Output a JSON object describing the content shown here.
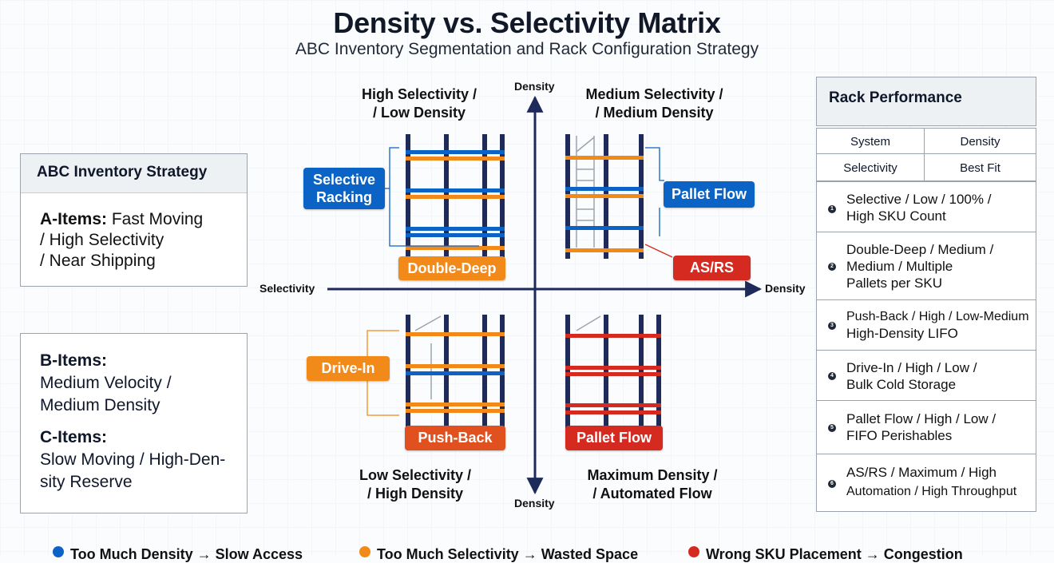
{
  "title": "Density vs. Selectivity Matrix",
  "subtitle": "ABC Inventory Segmentation and Rack Configuration Strategy",
  "abc": {
    "header": "ABC Inventory Strategy",
    "a_label": "A-Items:",
    "a_line1": "Fast Moving",
    "a_line2": "/ High Selectivity",
    "a_line3": "/ Near Shipping",
    "b_label": "B-Items:",
    "b_line1": "Medium Velocity /",
    "b_line2": "Medium Density",
    "c_label": "C-Items:",
    "c_line1": "Slow Moving / High-Den-",
    "c_line2": "sity Reserve"
  },
  "quadrants": {
    "tl_line1": "High Selectivity /",
    "tl_line2": "/ Low Density",
    "tr_line1": "Medium Selectivity /",
    "tr_line2": "/ Medium Density",
    "bl_line1": "Low Selectivity /",
    "bl_line2": "/ High Density",
    "br_line1": "Maximum Density /",
    "br_line2": "/ Automated Flow"
  },
  "axes": {
    "top": "Density",
    "bottom": "Density",
    "left": "Selectivity",
    "right": "Density"
  },
  "tags": {
    "selective_line1": "Selective",
    "selective_line2": "Racking",
    "double_deep": "Double-Deep",
    "pallet_flow_blue": "Pallet Flow",
    "asrs": "AS/RS",
    "drive_in": "Drive-In",
    "push_back": "Push-Back",
    "pallet_flow_red": "Pallet Flow"
  },
  "rack_performance": {
    "header": "Rack Performance",
    "col_system": "System",
    "col_density": "Density",
    "col_selectivity": "Selectivity",
    "col_best_fit": "Best Fit",
    "rows": [
      {
        "num": "1",
        "line1": "Selective / Low / 100% /",
        "line2": "High SKU Count",
        "line3": ""
      },
      {
        "num": "2",
        "line1": "Double-Deep / Medium /",
        "line2": "Medium / Multiple",
        "line3": "Pallets per SKU"
      },
      {
        "num": "3",
        "line1": "Push-Back / High / Low-Medium",
        "line2": "High-Density LIFO",
        "line3": ""
      },
      {
        "num": "4",
        "line1": "Drive-In / High / Low /",
        "line2": "Bulk Cold Storage",
        "line3": ""
      },
      {
        "num": "5",
        "line1": "Pallet Flow / High / Low /",
        "line2": "FIFO Perishables",
        "line3": ""
      },
      {
        "num": "6",
        "line1": "AS/RS / Maximum / High",
        "line2": "Automation / High Throughput",
        "line3": ""
      }
    ]
  },
  "legend": {
    "item1": "Too Much Density → Slow Access",
    "item2": "Too Much Selectivity → Wasted Space",
    "item3": "Wrong SKU Placement → Congestion"
  },
  "colors": {
    "blue": "#0b63c5",
    "orange": "#f28a1a",
    "red": "#d42a20",
    "navy": "#1e2a5a"
  }
}
